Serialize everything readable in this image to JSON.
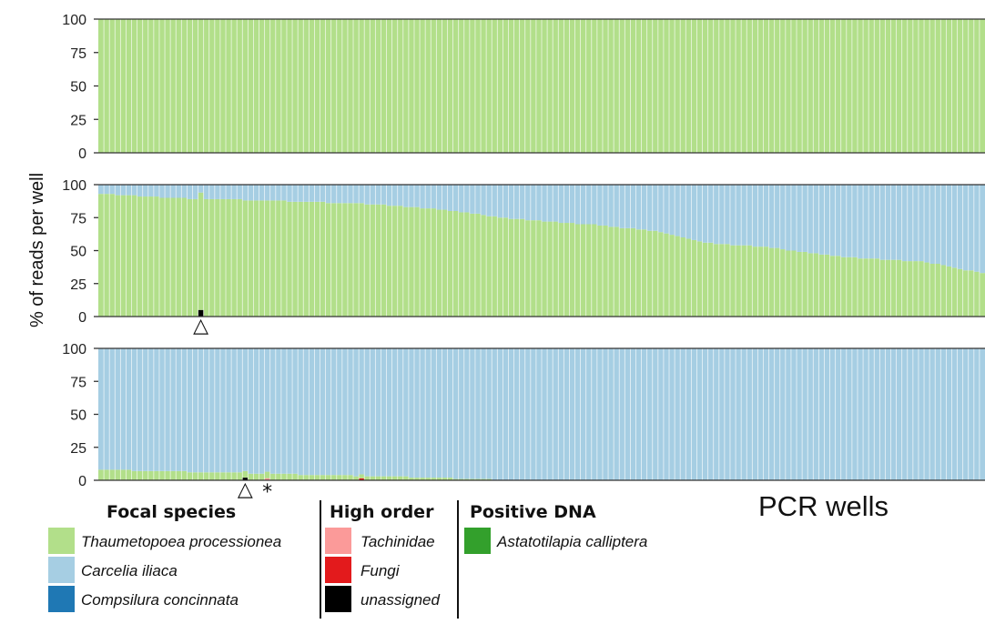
{
  "chart_data": {
    "type": "bar",
    "stacked": true,
    "n_wells": 160,
    "ylabel": "% of reads per well",
    "xlabel": "PCR wells",
    "ylim": [
      0,
      100
    ],
    "yticks": [
      "0",
      "25",
      "50",
      "75",
      "100"
    ],
    "remainder_series": "Carcelia iliaca",
    "colors": {
      "Thaumetopoea processionea": "#b2df8a",
      "Carcelia iliaca": "#a6cee3",
      "Compsilura concinnata": "#1f78b4",
      "Tachinidae": "#fb9a99",
      "Fungi": "#e31a1c",
      "unassigned": "#000000",
      "Astatotilapia calliptera": "#33a02c"
    },
    "panels": [
      {
        "name": "top",
        "constant_series": {
          "Thaumetopoea processionea": 100
        },
        "series": [],
        "sparse": [],
        "annotations": []
      },
      {
        "name": "middle",
        "series": [
          {
            "name": "Thaumetopoea processionea",
            "values": [
              93,
              93,
              93,
              92,
              92,
              92,
              92,
              91,
              91,
              91,
              91,
              90,
              90,
              90,
              90,
              90,
              89,
              89,
              89,
              89,
              89,
              89,
              89,
              89,
              89,
              89,
              88,
              88,
              88,
              88,
              88,
              88,
              88,
              88,
              87,
              87,
              87,
              87,
              87,
              87,
              87,
              86,
              86,
              86,
              86,
              86,
              86,
              86,
              85,
              85,
              85,
              85,
              84,
              84,
              84,
              83,
              83,
              83,
              82,
              82,
              82,
              81,
              81,
              80,
              80,
              79,
              79,
              78,
              78,
              77,
              76,
              76,
              75,
              75,
              74,
              74,
              74,
              73,
              73,
              73,
              72,
              72,
              72,
              71,
              71,
              71,
              70,
              70,
              70,
              70,
              69,
              69,
              68,
              68,
              67,
              67,
              67,
              66,
              66,
              65,
              65,
              64,
              63,
              62,
              61,
              60,
              59,
              58,
              57,
              56,
              56,
              55,
              55,
              55,
              54,
              54,
              54,
              54,
              53,
              53,
              53,
              52,
              52,
              51,
              50,
              50,
              49,
              49,
              48,
              48,
              47,
              47,
              46,
              46,
              45,
              45,
              45,
              44,
              44,
              44,
              44,
              43,
              43,
              43,
              43,
              42,
              42,
              42,
              42,
              41,
              40,
              40,
              39,
              38,
              37,
              36,
              35,
              35,
              34,
              33
            ]
          }
        ],
        "sparse": [
          {
            "name": "unassigned",
            "well": 18,
            "value": 5
          }
        ],
        "annotations": [
          {
            "well": 18,
            "symbol": "△"
          }
        ]
      },
      {
        "name": "bottom",
        "series": [
          {
            "name": "Thaumetopoea processionea",
            "values": [
              8,
              8,
              8,
              8,
              8,
              8,
              7,
              7,
              7,
              7,
              7,
              7,
              7,
              7,
              7,
              7,
              6,
              6,
              6,
              6,
              6,
              6,
              6,
              6,
              6,
              6,
              5,
              5,
              5,
              5,
              5,
              5,
              5,
              5,
              5,
              5,
              4,
              4,
              4,
              4,
              4,
              4,
              4,
              4,
              4,
              4,
              3,
              3,
              3,
              3,
              3,
              3,
              3,
              3,
              3,
              3,
              2,
              2,
              2,
              2,
              2,
              2,
              2,
              2,
              1,
              1,
              1,
              1,
              1,
              1,
              1,
              0,
              0,
              0,
              0,
              0,
              0,
              0,
              0,
              0,
              0,
              0,
              0,
              0,
              0,
              0,
              0,
              0,
              0,
              0,
              0,
              0,
              0,
              0,
              0,
              0,
              0,
              0,
              0,
              0,
              0,
              0,
              0,
              0,
              0,
              0,
              0,
              0,
              0,
              0,
              0,
              0,
              0,
              0,
              0,
              0,
              0,
              0,
              0,
              0,
              0,
              0,
              0,
              0,
              0,
              0,
              0,
              0,
              0,
              0,
              0,
              0,
              0,
              0,
              0,
              0,
              0,
              0,
              0,
              0,
              0,
              0,
              0,
              0,
              0,
              0,
              0,
              0,
              0,
              0,
              0,
              0,
              0,
              0,
              0,
              0,
              0,
              0,
              0,
              0
            ]
          }
        ],
        "sparse": [
          {
            "name": "unassigned",
            "well": 26,
            "value": 2
          },
          {
            "name": "Tachinidae",
            "well": 30,
            "value": 1.5
          },
          {
            "name": "Fungi",
            "well": 47,
            "value": 1.5
          }
        ],
        "annotations": [
          {
            "well": 26,
            "symbol": "△"
          },
          {
            "well": 30,
            "symbol": "*"
          }
        ]
      }
    ],
    "legend": {
      "placement": "bottom-left",
      "groups": [
        {
          "title": "Focal species",
          "items": [
            "Thaumetopoea processionea",
            "Carcelia iliaca",
            "Compsilura concinnata"
          ]
        },
        {
          "title": "High order",
          "items": [
            "Tachinidae",
            "Fungi",
            "unassigned"
          ]
        },
        {
          "title": "Positive DNA",
          "items": [
            "Astatotilapia calliptera"
          ]
        }
      ]
    }
  }
}
